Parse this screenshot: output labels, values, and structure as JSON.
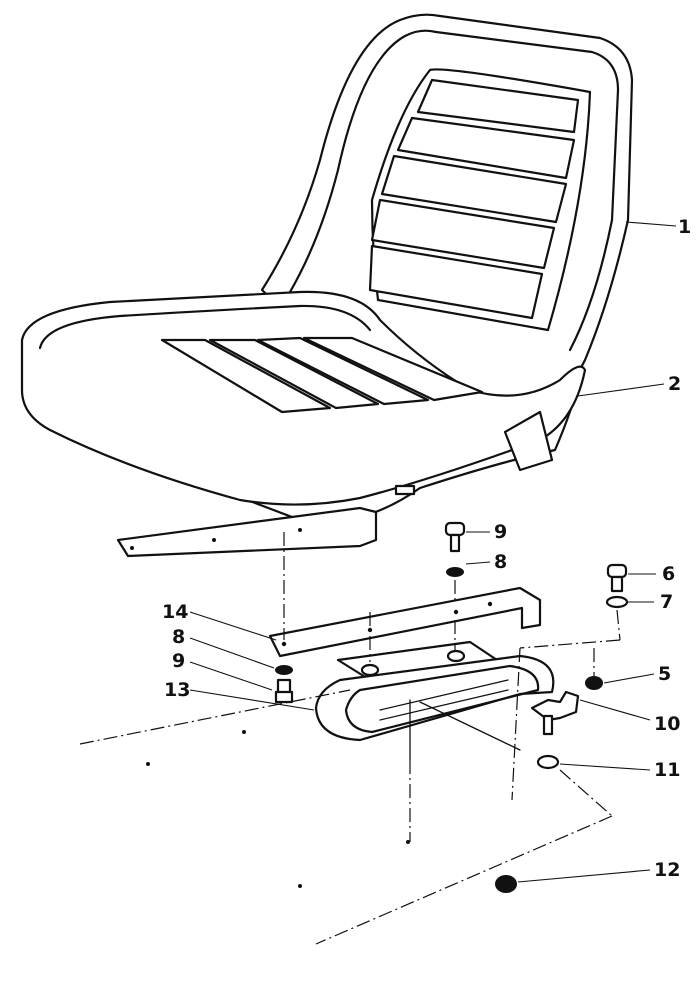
{
  "callouts": [
    {
      "id": "1",
      "label": "1"
    },
    {
      "id": "2",
      "label": "2"
    },
    {
      "id": "5",
      "label": "5"
    },
    {
      "id": "6",
      "label": "6"
    },
    {
      "id": "7",
      "label": "7"
    },
    {
      "id": "8a",
      "label": "8"
    },
    {
      "id": "8b",
      "label": "8"
    },
    {
      "id": "9a",
      "label": "9"
    },
    {
      "id": "9b",
      "label": "9"
    },
    {
      "id": "10",
      "label": "10"
    },
    {
      "id": "11",
      "label": "11"
    },
    {
      "id": "12",
      "label": "12"
    },
    {
      "id": "13",
      "label": "13"
    },
    {
      "id": "14",
      "label": "14"
    }
  ]
}
